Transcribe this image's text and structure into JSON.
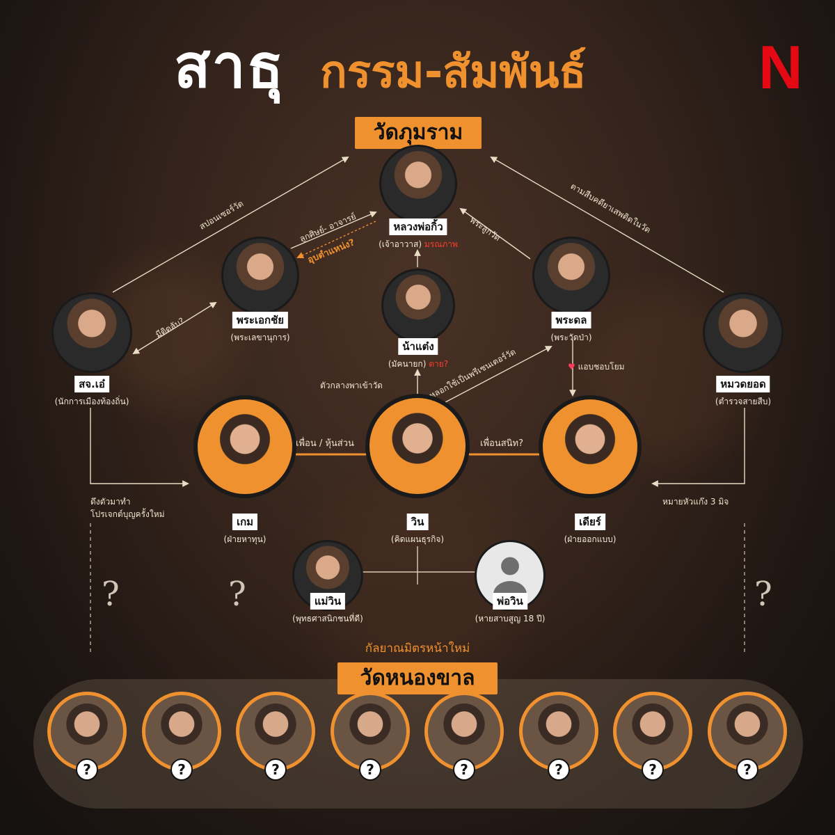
{
  "header": {
    "title_main": "สาธุ",
    "title_sub": "กรรม-สัมพันธ์",
    "logo": "N"
  },
  "sections": {
    "top": "วัดภุมราม",
    "bottom": "วัดหนองขาล",
    "new_friends_caption": "กัลยาณมิตรหน้าใหม่"
  },
  "nodes": {
    "luangpor": {
      "name": "หลวงพ่อกิ้ว",
      "role": "(เจ้าอาวาส)",
      "status": "มรณภาพ"
    },
    "ekachai": {
      "name": "พระเอกชัย",
      "role": "(พระเลขานุการ)"
    },
    "nataeng": {
      "name": "น้าแต๋ง",
      "role": "(มัคนายก)",
      "status": "ตาย?"
    },
    "phradon": {
      "name": "พระดล",
      "role": "(พระวัดป่า)"
    },
    "sorjor": {
      "name": "สจ.เอ๋",
      "role": "(นักการเมืองท้องถิ่น)"
    },
    "detective": {
      "name": "หมวดยอด",
      "role": "(ตำรวจสายสืบ)"
    },
    "game": {
      "name": "เกม",
      "role": "(ฝ่ายหาทุน)"
    },
    "win": {
      "name": "วิน",
      "role": "(คิดแผนธุรกิจ)"
    },
    "dear": {
      "name": "เดียร์",
      "role": "(ฝ่ายออกแบบ)"
    },
    "maewin": {
      "name": "แม่วิน",
      "role": "(พุทธศาสนิกชนที่ดี)"
    },
    "porwin": {
      "name": "พ่อวิน",
      "role": "(หายสาบสูญ 18 ปี)"
    }
  },
  "edges": {
    "sponsor": "สปอนเซอร์วัด",
    "disciple": "ลูกศิษย์- อาจารย์",
    "position": "อุบตำแหน่ง?",
    "temple_son": "พระลูกวัด",
    "drug_investigation": "ตามสืบคดียาเสพติดในวัด",
    "conflict": "มีติดลับ?",
    "middleman": "ตัวกลางพาเข้าวัด",
    "lure_presenter": "หลอกใช้เป็นพรีเซนเตอร์วัด",
    "crush": "แอบชอบโยม",
    "friends_partner": "เพื่อน / หุ้นส่วน",
    "close_friend": "เพื่อนสนิท?",
    "merit_project": "ดึงตัวมาทำ\nโปรเจกต์บุญครั้งใหม่",
    "target": "หมายหัวแก๊ง 3 มิจ"
  },
  "unknown_marker": "?",
  "bottom_members": [
    "?",
    "?",
    "?",
    "?",
    "?",
    "?",
    "?",
    "?"
  ],
  "colors": {
    "accent": "#f0912f",
    "netflix": "#e50914",
    "status_red": "#ff3b2f"
  },
  "icons": {
    "heart": "heart-icon",
    "unknown_avatar": "user-silhouette-icon"
  }
}
